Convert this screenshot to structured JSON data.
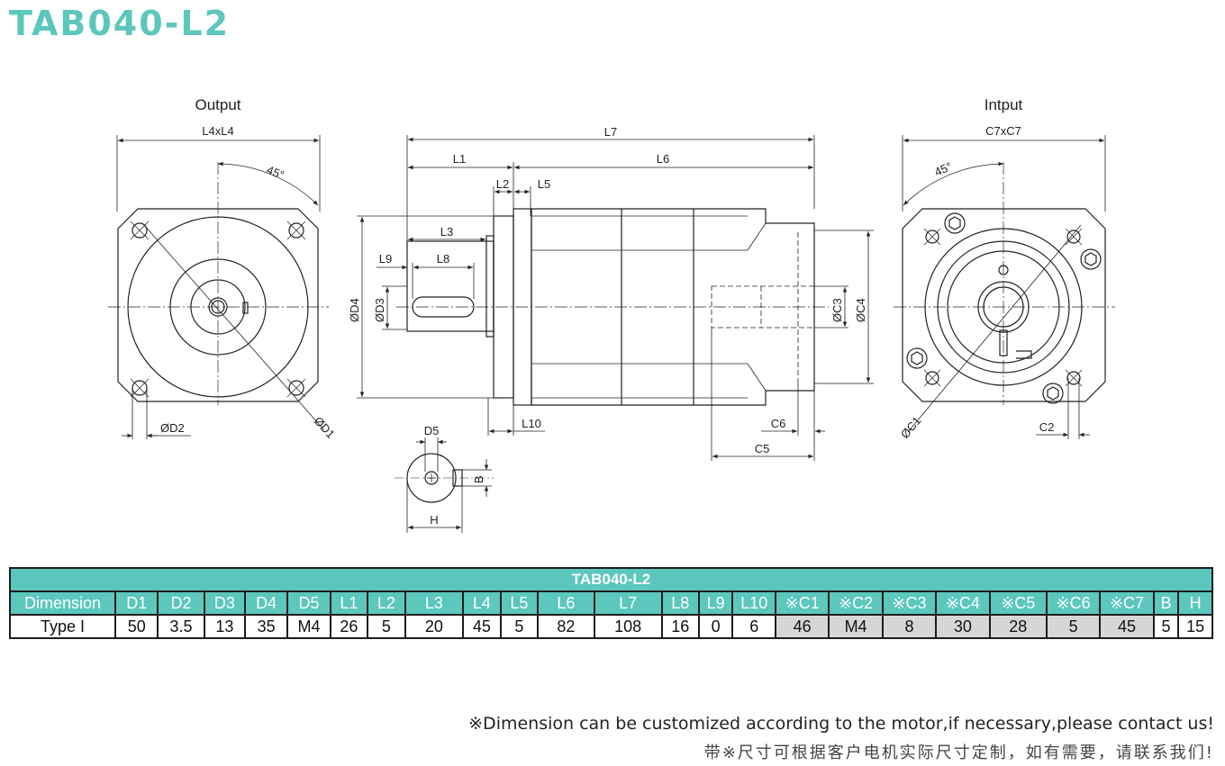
{
  "model": "TAB040-L2",
  "colors": {
    "accent": "#5bc7bd",
    "text": "#222222",
    "shaded_cell": "#d6d6d6"
  },
  "drawing": {
    "output_label": "Output",
    "input_label": "Intput",
    "dims": {
      "L4xL4": "L4xL4",
      "C7xC7": "C7xC7",
      "angle_out": "45°",
      "angle_in": "45°",
      "L7": "L7",
      "L1": "L1",
      "L6": "L6",
      "L2": "L2",
      "L5": "L5",
      "L3": "L3",
      "L9": "L9",
      "L8": "L8",
      "D4": "ØD4",
      "D3": "ØD3",
      "C3": "ØC3",
      "C4": "ØC4",
      "L10": "L10",
      "C6": "C6",
      "C5": "C5",
      "D2": "ØD2",
      "D1": "ØD1",
      "C1": "ØC1",
      "C2": "C2",
      "D5": "D5",
      "B": "B",
      "H": "H"
    }
  },
  "table": {
    "title": "TAB040-L2",
    "headers": [
      "Dimension",
      "D1",
      "D2",
      "D3",
      "D4",
      "D5",
      "L1",
      "L2",
      "L3",
      "L4",
      "L5",
      "L6",
      "L7",
      "L8",
      "L9",
      "L10",
      "※C1",
      "※C2",
      "※C3",
      "※C4",
      "※C5",
      "※C6",
      "※C7",
      "B",
      "H"
    ],
    "row_label": "Type I",
    "values": [
      "50",
      "3.5",
      "13",
      "35",
      "M4",
      "26",
      "5",
      "20",
      "45",
      "5",
      "82",
      "108",
      "16",
      "0",
      "6",
      "46",
      "M4",
      "8",
      "30",
      "28",
      "5",
      "45",
      "5",
      "15"
    ]
  },
  "notes": {
    "english": "※Dimension can be customized according to the motor,if necessary,please contact us!",
    "chinese": "带※尺寸可根据客户电机实际尺寸定制，如有需要，请联系我们!"
  }
}
